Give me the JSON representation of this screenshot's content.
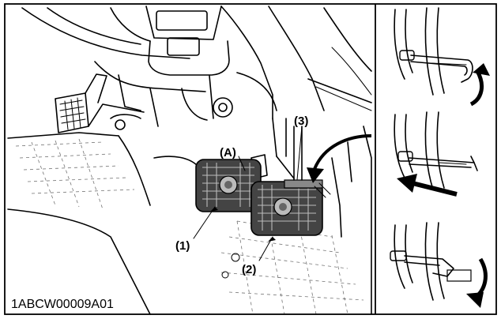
{
  "labels": {
    "a": "(A)",
    "one": "(1)",
    "two": "(2)",
    "three": "(3)"
  },
  "figure_code": "1ABCW00009A01",
  "icons": [
    "pedal-icon",
    "curved-arrow-icon",
    "straight-arrow-icon",
    "latch-pin-icon"
  ]
}
